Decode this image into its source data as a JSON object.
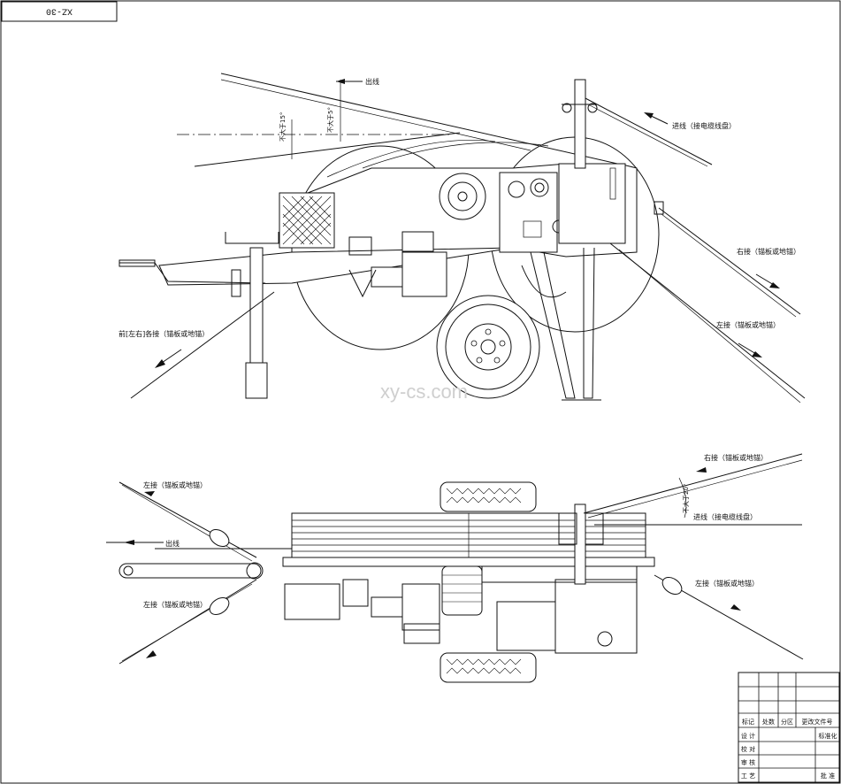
{
  "drawing": {
    "model_code": "XZ-30",
    "watermark": "xy-cs.com"
  },
  "side_view": {
    "labels": {
      "out_line": "出线",
      "in_line": "进线（接电缆线盘）",
      "right_anchor": "右接（锚板或地锚）",
      "left_anchor": "左接（锚板或地锚）",
      "front_anchor": "前[左右]各接（锚板或地锚）",
      "angle_15": "不大于15°",
      "angle_5": "不大于5°"
    }
  },
  "plan_view": {
    "labels": {
      "left_anchor_top": "左接（锚板或地锚）",
      "left_anchor_bottom": "左接（锚板或地锚）",
      "out_line": "出线",
      "right_anchor": "右接（锚板或地锚）",
      "in_line": "进线（接电缆线盘）",
      "left_anchor_right": "左接（锚板或地锚）",
      "angle_20": "不大于20°"
    }
  },
  "title_block": {
    "header": [
      "标记",
      "处数",
      "分区",
      "更改文件号"
    ],
    "rows": [
      {
        "role": "设 计",
        "extra": "标准化"
      },
      {
        "role": "校 对",
        "extra": ""
      },
      {
        "role": "审 核",
        "extra": ""
      },
      {
        "role": "工 艺",
        "extra": "批 准"
      }
    ]
  }
}
